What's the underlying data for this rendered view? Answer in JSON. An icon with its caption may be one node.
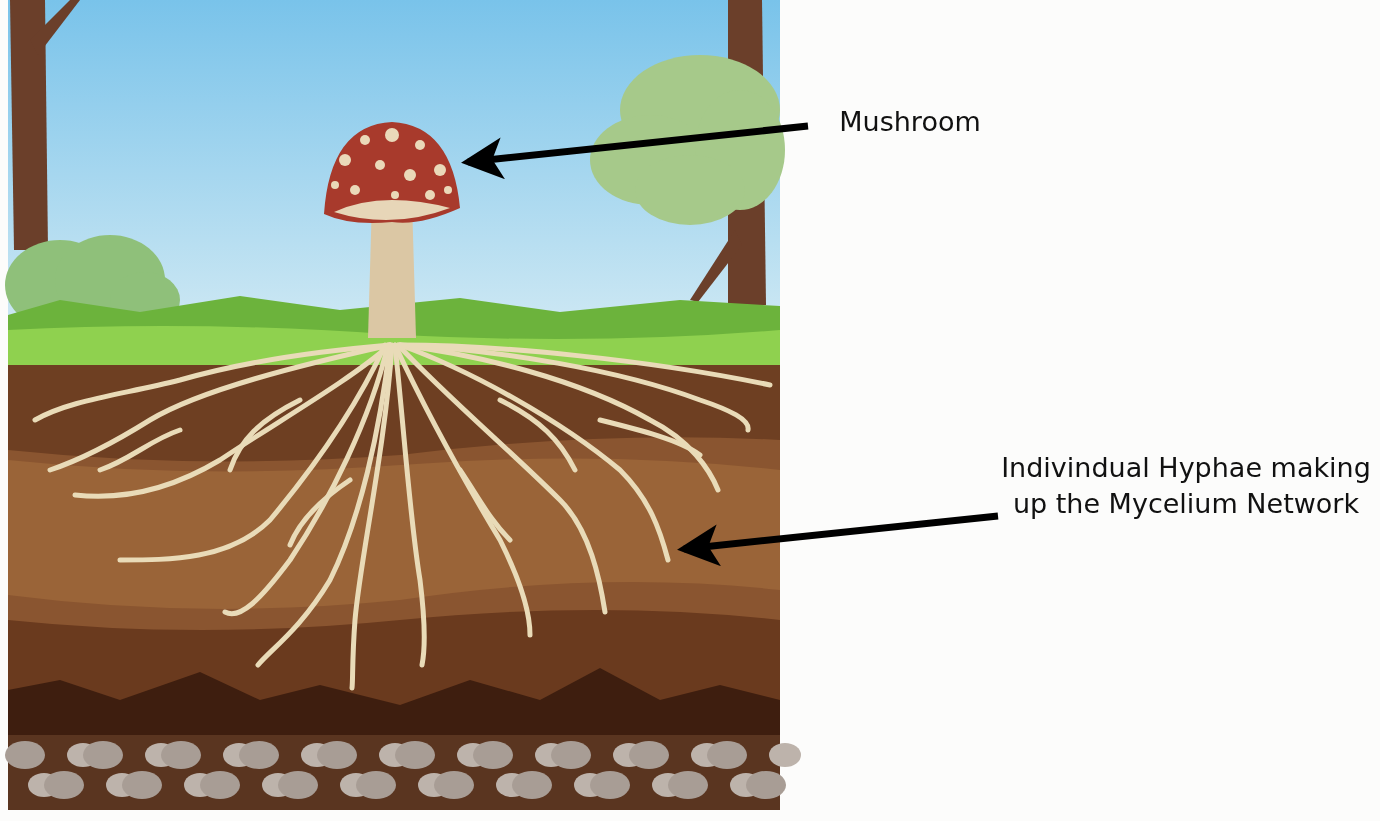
{
  "diagram": {
    "nodes": [
      {
        "text": [
          "Mushroom"
        ]
      },
      {
        "text": [],
        "shape": "picture"
      },
      {
        "text": [
          "Indivindual Hyphae making up the Mycelium Network"
        ]
      },
      {
        "text": [],
        "shape": "picture"
      }
    ],
    "edges": [
      {
        "from": 0,
        "to": 1,
        "arrow": "to"
      },
      {
        "from": 2,
        "to": 3,
        "arrow": "to"
      }
    ]
  }
}
